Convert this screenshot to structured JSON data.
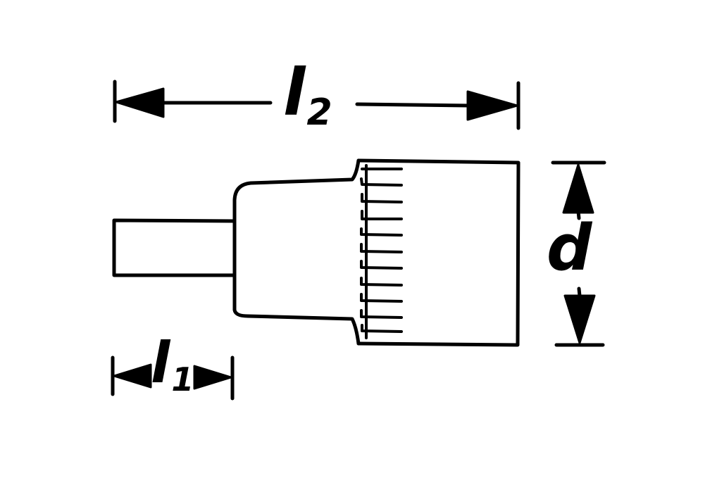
{
  "dimensions": {
    "l2": {
      "letter": "l",
      "subscript": "2"
    },
    "l1": {
      "letter": "l",
      "subscript": "1"
    },
    "d": {
      "letter": "d"
    }
  },
  "colors": {
    "stroke": "#000000",
    "background": "#ffffff"
  }
}
